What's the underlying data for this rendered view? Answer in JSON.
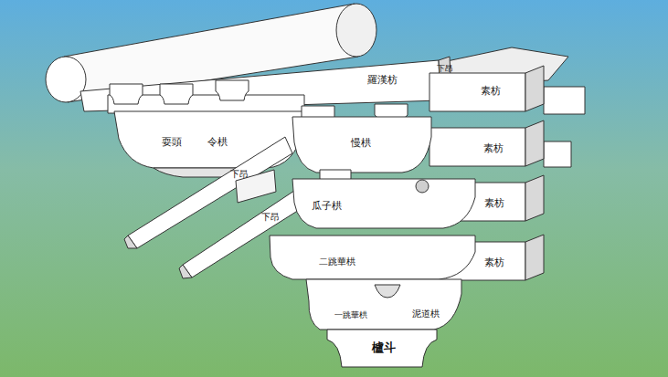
{
  "diagram": {
    "labels": [
      "羅漢枋",
      "下昂",
      "素枋",
      "耍頭",
      "令栱",
      "慢栱",
      "素枋",
      "下昂",
      "下昂",
      "瓜子栱",
      "素枋",
      "二跳華栱",
      "素枋",
      "一跳華栱",
      "泥道栱",
      "櫨斗"
    ]
  }
}
